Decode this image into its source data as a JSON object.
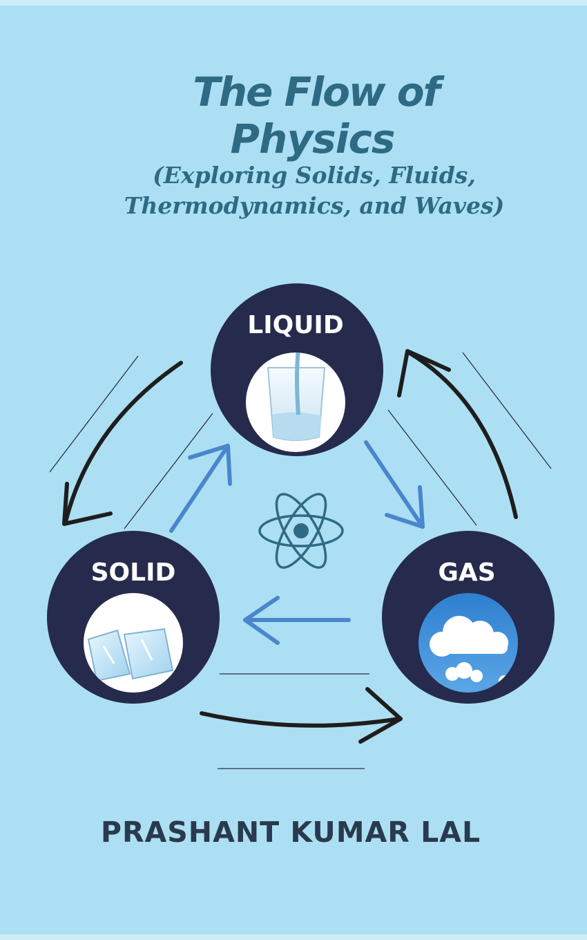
{
  "book": {
    "title_line1": "The Flow of",
    "title_line2": "Physics",
    "subtitle_line1": "(Exploring Solids, Fluids,",
    "subtitle_line2": "Thermodynamics, and Waves)",
    "author": "PRASHANT KUMAR LAL"
  },
  "diagram": {
    "states": [
      {
        "label": "LIQUID",
        "image": "water-glass-icon"
      },
      {
        "label": "SOLID",
        "image": "ice-cubes-icon"
      },
      {
        "label": "GAS",
        "image": "clouds-icon"
      }
    ],
    "center_icon": "atom-icon"
  },
  "colors": {
    "background": "#acdff3",
    "title": "#2e6a84",
    "node_fill": "#262b4d",
    "inner_arrow": "#4a86cc",
    "outer_arrow": "#1e1e1e",
    "atom": "#2e6a84",
    "author": "#2a3a4e"
  }
}
